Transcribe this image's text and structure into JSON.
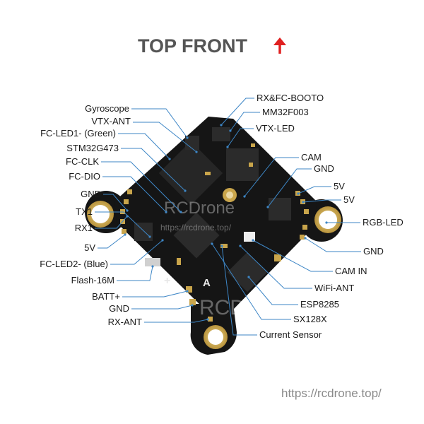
{
  "title": "TOP FRONT",
  "watermark": "RCDrone",
  "watermark_url": "https://rcdrone.top/",
  "footer_url": "https://rcdrone.top/",
  "colors": {
    "arrow": "#e02020",
    "leader": "#3d86c6",
    "board": "#151515"
  },
  "board_silk": {
    "a": "A",
    "plus": "+"
  },
  "labels_left": [
    "Gyroscope",
    "VTX-ANT",
    "FC-LED1- (Green)",
    "STM32G473",
    "FC-CLK",
    "FC-DIO",
    "GND",
    "TX1",
    "RX1",
    "5V",
    "FC-LED2- (Blue)",
    "Flash-16M",
    "BATT+",
    "GND",
    "RX-ANT"
  ],
  "labels_right": [
    "RX&FC-BOOTO",
    "MM32F003",
    "VTX-LED",
    "CAM",
    "GND",
    "5V",
    "5V",
    "RGB-LED",
    "GND",
    "CAM IN",
    "WiFi-ANT",
    "ESP8285",
    "SX128X",
    "Current Sensor"
  ]
}
